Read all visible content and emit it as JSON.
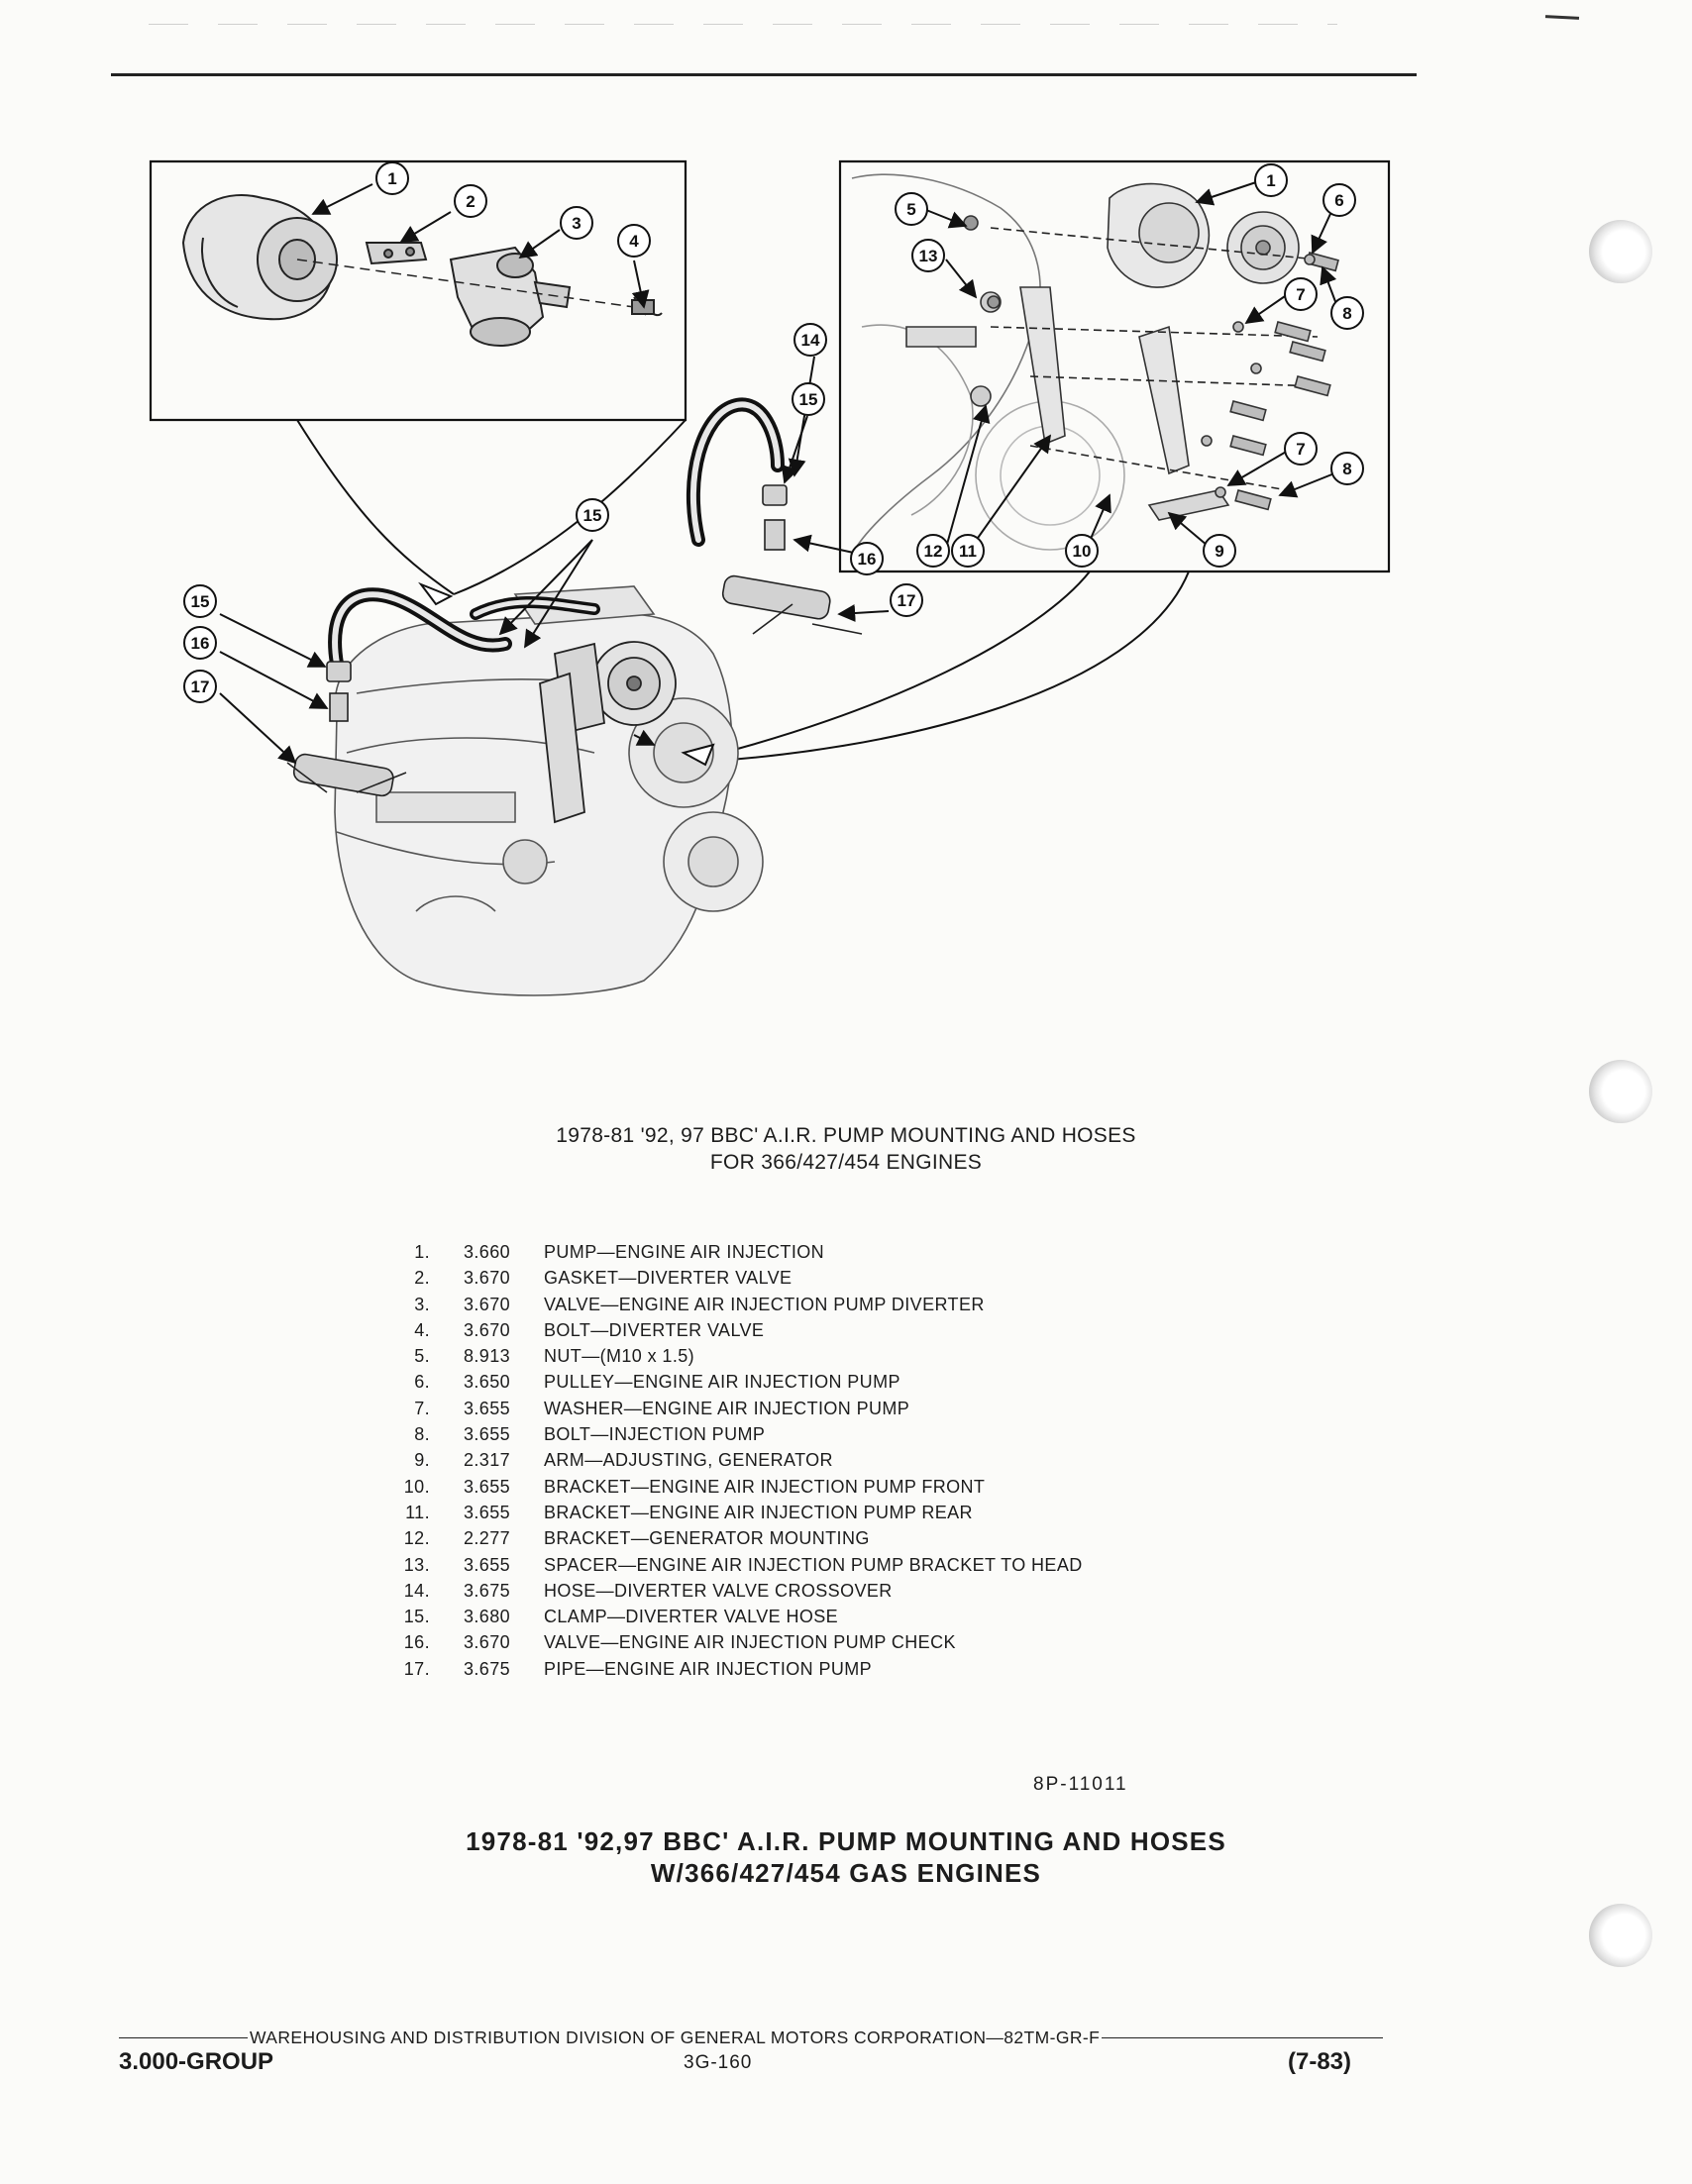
{
  "diagram": {
    "callouts": [
      "1",
      "2",
      "3",
      "4",
      "5",
      "6",
      "7",
      "8",
      "9",
      "10",
      "11",
      "12",
      "13",
      "14",
      "15",
      "16",
      "17"
    ]
  },
  "caption_small": {
    "line1": "1978-81 '92, 97 BBC' A.I.R. PUMP MOUNTING AND HOSES",
    "line2": "FOR 366/427/454 ENGINES"
  },
  "parts": [
    {
      "num": "1.",
      "code": "3.660",
      "desc": "PUMP—ENGINE AIR INJECTION"
    },
    {
      "num": "2.",
      "code": "3.670",
      "desc": "GASKET—DIVERTER VALVE"
    },
    {
      "num": "3.",
      "code": "3.670",
      "desc": "VALVE—ENGINE AIR INJECTION PUMP DIVERTER"
    },
    {
      "num": "4.",
      "code": "3.670",
      "desc": "BOLT—DIVERTER VALVE"
    },
    {
      "num": "5.",
      "code": "8.913",
      "desc": "NUT—(M10 x 1.5)"
    },
    {
      "num": "6.",
      "code": "3.650",
      "desc": "PULLEY—ENGINE AIR INJECTION PUMP"
    },
    {
      "num": "7.",
      "code": "3.655",
      "desc": "WASHER—ENGINE AIR INJECTION PUMP"
    },
    {
      "num": "8.",
      "code": "3.655",
      "desc": "BOLT—INJECTION PUMP"
    },
    {
      "num": "9.",
      "code": "2.317",
      "desc": "ARM—ADJUSTING, GENERATOR"
    },
    {
      "num": "10.",
      "code": "3.655",
      "desc": "BRACKET—ENGINE AIR INJECTION PUMP FRONT"
    },
    {
      "num": "11.",
      "code": "3.655",
      "desc": "BRACKET—ENGINE AIR INJECTION PUMP REAR"
    },
    {
      "num": "12.",
      "code": "2.277",
      "desc": "BRACKET—GENERATOR MOUNTING"
    },
    {
      "num": "13.",
      "code": "3.655",
      "desc": "SPACER—ENGINE AIR INJECTION PUMP BRACKET TO HEAD"
    },
    {
      "num": "14.",
      "code": "3.675",
      "desc": "HOSE—DIVERTER VALVE CROSSOVER"
    },
    {
      "num": "15.",
      "code": "3.680",
      "desc": "CLAMP—DIVERTER VALVE HOSE"
    },
    {
      "num": "16.",
      "code": "3.670",
      "desc": "VALVE—ENGINE AIR INJECTION PUMP CHECK"
    },
    {
      "num": "17.",
      "code": "3.675",
      "desc": "PIPE—ENGINE AIR INJECTION PUMP"
    }
  ],
  "figure_code": "8P-11011",
  "caption_large": {
    "line1": "1978-81 '92,97 BBC' A.I.R. PUMP MOUNTING AND HOSES",
    "line2": "W/366/427/454 GAS ENGINES"
  },
  "footer": {
    "division": "WAREHOUSING AND DISTRIBUTION DIVISION OF GENERAL MOTORS CORPORATION—82TM-GR-F",
    "group": "3.000-GROUP",
    "page": "3G-160",
    "date": "(7-83)"
  }
}
